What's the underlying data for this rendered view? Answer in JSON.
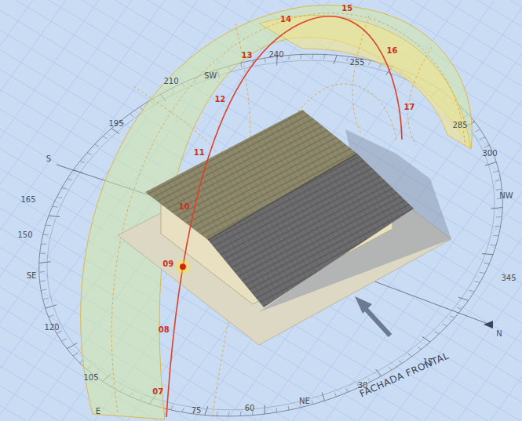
{
  "diagram": {
    "labels": [
      "S",
      "195",
      "210",
      "SW",
      "240",
      "255",
      "285",
      "300",
      "NW",
      "345",
      "N",
      "15",
      "30",
      "NE",
      "60",
      "75",
      "E",
      "105",
      "120",
      "SE",
      "150",
      "165",
      "07",
      "08",
      "09",
      "10",
      "11",
      "12",
      "13",
      "14",
      "15",
      "16",
      "17",
      "FACHADA FRONTAL"
    ]
  }
}
